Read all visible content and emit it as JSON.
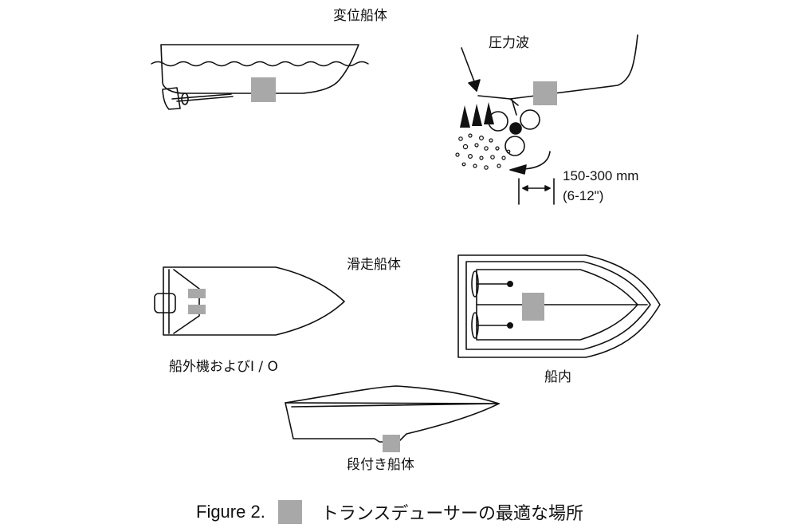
{
  "labels": {
    "displacement_hull": "変位船体",
    "pressure_wave": "圧力波",
    "distance_mm": "150-300 mm",
    "distance_in": "(6-12\")",
    "planing_hull": "滑走船体",
    "outboard_io": "船外機およびI / O",
    "inboard": "船内",
    "stepped_hull": "段付き船体"
  },
  "caption": {
    "figure": "Figure 2.",
    "text": "トランスデューサーの最適な場所"
  },
  "colors": {
    "transducer_location": "#a8a8a8",
    "line": "#111111"
  }
}
